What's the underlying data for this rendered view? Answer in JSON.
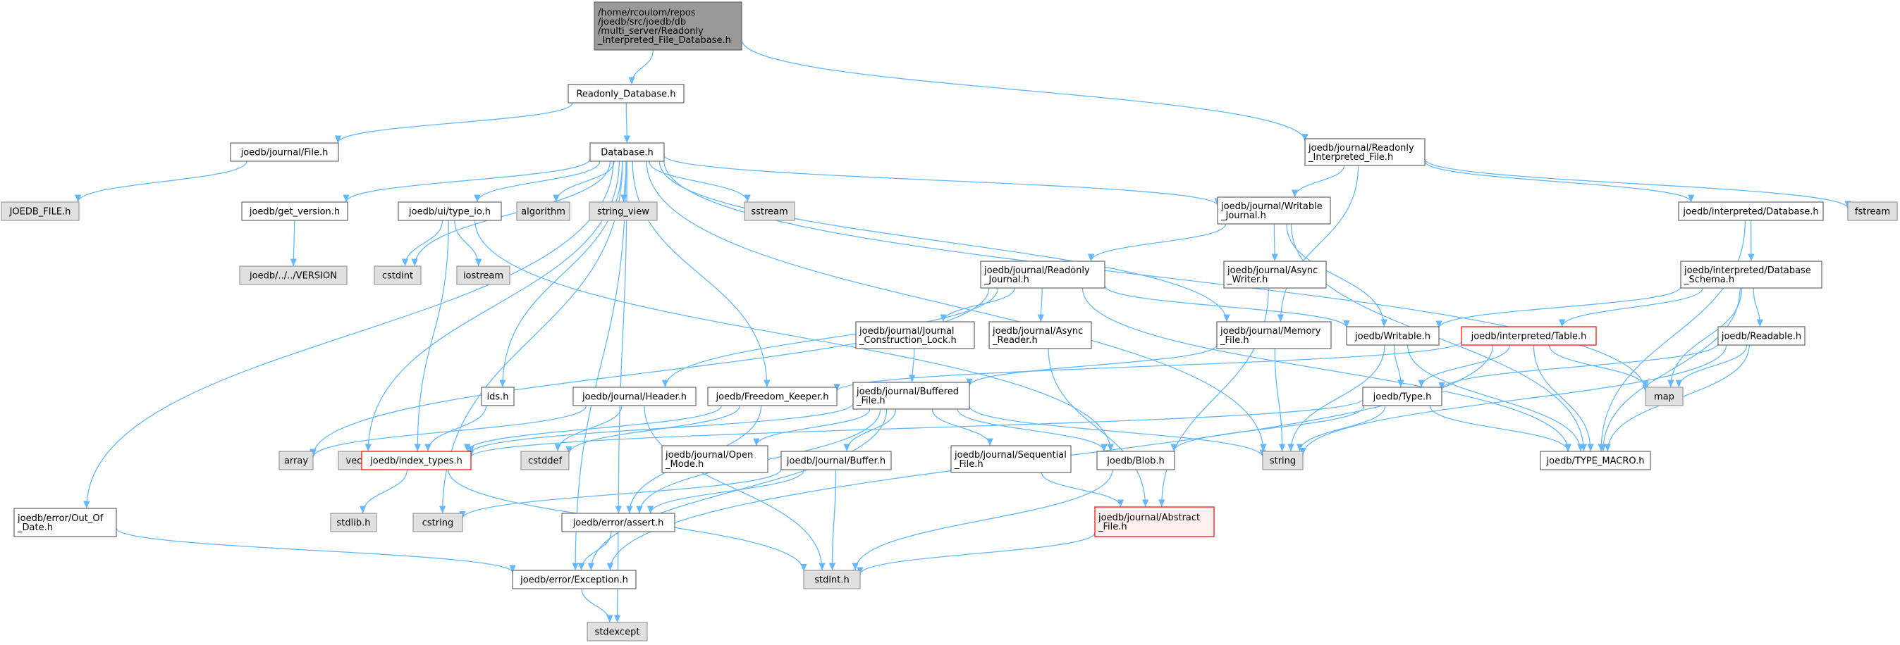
{
  "colors": {
    "edge": "#63b8ff",
    "root_fill": "#999999",
    "root_stroke": "#666666",
    "normal_fill": "#ffffff",
    "normal_stroke": "#666666",
    "system_fill": "#e0e0e0",
    "system_stroke": "#999999",
    "missing_fill": "#ffffff",
    "missing_stroke": "#ff0000",
    "abstract_fill": "#fff0f0",
    "abstract_stroke": "#ff0000"
  },
  "nodes": [
    {
      "id": "root",
      "kind": "root",
      "lines": [
        "/home/rcoulom/repos",
        "/joedb/src/joedb/db",
        "/multi_server/Readonly",
        "_Interpreted_File_Database.h"
      ]
    },
    {
      "id": "readonly_db",
      "kind": "normal",
      "lines": [
        "Readonly_Database.h"
      ]
    },
    {
      "id": "journal_file",
      "kind": "normal",
      "lines": [
        "joedb/journal/File.h"
      ]
    },
    {
      "id": "database",
      "kind": "normal",
      "lines": [
        "Database.h"
      ]
    },
    {
      "id": "ro_interp_file",
      "kind": "normal",
      "lines": [
        "joedb/journal/Readonly",
        "_Interpreted_File.h"
      ]
    },
    {
      "id": "joedb_file_macro",
      "kind": "system",
      "lines": [
        "JOEDB_FILE.h"
      ]
    },
    {
      "id": "get_version",
      "kind": "normal",
      "lines": [
        "joedb/get_version.h"
      ]
    },
    {
      "id": "type_io",
      "kind": "normal",
      "lines": [
        "joedb/ui/type_io.h"
      ]
    },
    {
      "id": "algorithm",
      "kind": "system",
      "lines": [
        "algorithm"
      ]
    },
    {
      "id": "string_view",
      "kind": "system",
      "lines": [
        "string_view"
      ]
    },
    {
      "id": "sstream",
      "kind": "system",
      "lines": [
        "sstream"
      ]
    },
    {
      "id": "writable_journal",
      "kind": "normal",
      "lines": [
        "joedb/journal/Writable",
        "_Journal.h"
      ]
    },
    {
      "id": "interp_database",
      "kind": "normal",
      "lines": [
        "joedb/interpreted/Database.h"
      ]
    },
    {
      "id": "fstream",
      "kind": "system",
      "lines": [
        "fstream"
      ]
    },
    {
      "id": "version",
      "kind": "system",
      "lines": [
        "joedb/../../VERSION"
      ]
    },
    {
      "id": "cstdint",
      "kind": "system",
      "lines": [
        "cstdint"
      ]
    },
    {
      "id": "iostream",
      "kind": "system",
      "lines": [
        "iostream"
      ]
    },
    {
      "id": "readonly_journal",
      "kind": "normal",
      "lines": [
        "joedb/journal/Readonly",
        "_Journal.h"
      ]
    },
    {
      "id": "async_writer",
      "kind": "normal",
      "lines": [
        "joedb/journal/Async",
        "_Writer.h"
      ]
    },
    {
      "id": "db_schema",
      "kind": "normal",
      "lines": [
        "joedb/interpreted/Database",
        "_Schema.h"
      ]
    },
    {
      "id": "construction_lock",
      "kind": "normal",
      "lines": [
        "joedb/journal/Journal",
        "_Construction_Lock.h"
      ]
    },
    {
      "id": "async_reader",
      "kind": "normal",
      "lines": [
        "joedb/journal/Async",
        "_Reader.h"
      ]
    },
    {
      "id": "memory_file",
      "kind": "normal",
      "lines": [
        "joedb/journal/Memory",
        "_File.h"
      ]
    },
    {
      "id": "writable",
      "kind": "normal",
      "lines": [
        "joedb/Writable.h"
      ]
    },
    {
      "id": "interp_table",
      "kind": "missing",
      "lines": [
        "joedb/interpreted/Table.h"
      ]
    },
    {
      "id": "readable",
      "kind": "normal",
      "lines": [
        "joedb/Readable.h"
      ]
    },
    {
      "id": "ids",
      "kind": "normal",
      "lines": [
        "ids.h"
      ]
    },
    {
      "id": "header",
      "kind": "normal",
      "lines": [
        "joedb/journal/Header.h"
      ]
    },
    {
      "id": "freedom_keeper",
      "kind": "normal",
      "lines": [
        "joedb/Freedom_Keeper.h"
      ]
    },
    {
      "id": "buffered_file",
      "kind": "normal",
      "lines": [
        "joedb/journal/Buffered",
        "_File.h"
      ]
    },
    {
      "id": "type",
      "kind": "normal",
      "lines": [
        "joedb/Type.h"
      ]
    },
    {
      "id": "map",
      "kind": "system",
      "lines": [
        "map"
      ]
    },
    {
      "id": "array",
      "kind": "system",
      "lines": [
        "array"
      ]
    },
    {
      "id": "vector",
      "kind": "system",
      "lines": [
        "vector"
      ]
    },
    {
      "id": "index_types",
      "kind": "missing",
      "lines": [
        "joedb/index_types.h"
      ]
    },
    {
      "id": "cstddef",
      "kind": "system",
      "lines": [
        "cstddef"
      ]
    },
    {
      "id": "open_mode",
      "kind": "normal",
      "lines": [
        "joedb/journal/Open",
        "_Mode.h"
      ]
    },
    {
      "id": "buffer",
      "kind": "normal",
      "lines": [
        "joedb/journal/Buffer.h"
      ]
    },
    {
      "id": "sequential_file",
      "kind": "normal",
      "lines": [
        "joedb/journal/Sequential",
        "_File.h"
      ]
    },
    {
      "id": "blob",
      "kind": "normal",
      "lines": [
        "joedb/Blob.h"
      ]
    },
    {
      "id": "string",
      "kind": "system",
      "lines": [
        "string"
      ]
    },
    {
      "id": "type_macro",
      "kind": "normal",
      "lines": [
        "joedb/TYPE_MACRO.h"
      ]
    },
    {
      "id": "stdlib",
      "kind": "system",
      "lines": [
        "stdlib.h"
      ]
    },
    {
      "id": "cstring",
      "kind": "system",
      "lines": [
        "cstring"
      ]
    },
    {
      "id": "assert",
      "kind": "normal",
      "lines": [
        "joedb/error/assert.h"
      ]
    },
    {
      "id": "abstract_file",
      "kind": "abstract",
      "lines": [
        "joedb/journal/Abstract",
        "_File.h"
      ]
    },
    {
      "id": "out_of_date",
      "kind": "normal",
      "lines": [
        "joedb/error/Out_Of",
        "_Date.h"
      ]
    },
    {
      "id": "exception",
      "kind": "normal",
      "lines": [
        "joedb/error/Exception.h"
      ]
    },
    {
      "id": "stdint",
      "kind": "system",
      "lines": [
        "stdint.h"
      ]
    },
    {
      "id": "stdexcept",
      "kind": "system",
      "lines": [
        "stdexcept"
      ]
    }
  ],
  "edges": [
    [
      "root",
      "readonly_db"
    ],
    [
      "root",
      "ro_interp_file"
    ],
    [
      "readonly_db",
      "journal_file"
    ],
    [
      "readonly_db",
      "database"
    ],
    [
      "journal_file",
      "joedb_file_macro"
    ],
    [
      "database",
      "get_version"
    ],
    [
      "database",
      "type_io"
    ],
    [
      "database",
      "algorithm"
    ],
    [
      "database",
      "string_view"
    ],
    [
      "database",
      "sstream"
    ],
    [
      "database",
      "writable_journal"
    ],
    [
      "database",
      "cstdint"
    ],
    [
      "database",
      "ids"
    ],
    [
      "database",
      "freedom_keeper"
    ],
    [
      "database",
      "memory_file"
    ],
    [
      "database",
      "map"
    ],
    [
      "database",
      "string"
    ],
    [
      "database",
      "vector"
    ],
    [
      "database",
      "cstring"
    ],
    [
      "database",
      "assert"
    ],
    [
      "database",
      "exception"
    ],
    [
      "database",
      "out_of_date"
    ],
    [
      "ro_interp_file",
      "writable_journal"
    ],
    [
      "ro_interp_file",
      "interp_database"
    ],
    [
      "ro_interp_file",
      "fstream"
    ],
    [
      "ro_interp_file",
      "memory_file"
    ],
    [
      "get_version",
      "version"
    ],
    [
      "type_io",
      "cstdint"
    ],
    [
      "type_io",
      "iostream"
    ],
    [
      "type_io",
      "index_types"
    ],
    [
      "type_io",
      "blob"
    ],
    [
      "writable_journal",
      "readonly_journal"
    ],
    [
      "writable_journal",
      "async_writer"
    ],
    [
      "writable_journal",
      "writable"
    ],
    [
      "writable_journal",
      "type_macro"
    ],
    [
      "interp_database",
      "db_schema"
    ],
    [
      "interp_database",
      "type_macro"
    ],
    [
      "readonly_journal",
      "construction_lock"
    ],
    [
      "readonly_journal",
      "async_reader"
    ],
    [
      "readonly_journal",
      "header"
    ],
    [
      "readonly_journal",
      "array"
    ],
    [
      "readonly_journal",
      "writable"
    ],
    [
      "readonly_journal",
      "type_macro"
    ],
    [
      "async_writer",
      "abstract_file"
    ],
    [
      "db_schema",
      "interp_table"
    ],
    [
      "db_schema",
      "readable"
    ],
    [
      "db_schema",
      "writable"
    ],
    [
      "db_schema",
      "map"
    ],
    [
      "db_schema",
      "type_macro"
    ],
    [
      "construction_lock",
      "buffered_file"
    ],
    [
      "async_reader",
      "abstract_file"
    ],
    [
      "memory_file",
      "buffered_file"
    ],
    [
      "memory_file",
      "string"
    ],
    [
      "writable",
      "type"
    ],
    [
      "writable",
      "string"
    ],
    [
      "writable",
      "type_macro"
    ],
    [
      "interp_table",
      "freedom_keeper"
    ],
    [
      "interp_table",
      "type"
    ],
    [
      "interp_table",
      "map"
    ],
    [
      "interp_table",
      "type_macro"
    ],
    [
      "interp_table",
      "exception"
    ],
    [
      "readable",
      "type"
    ],
    [
      "readable",
      "map"
    ],
    [
      "readable",
      "type_macro"
    ],
    [
      "readable",
      "string"
    ],
    [
      "ids",
      "index_types"
    ],
    [
      "header",
      "array"
    ],
    [
      "header",
      "cstddef"
    ],
    [
      "header",
      "stdint"
    ],
    [
      "freedom_keeper",
      "index_types"
    ],
    [
      "freedom_keeper",
      "assert"
    ],
    [
      "freedom_keeper",
      "cstddef"
    ],
    [
      "buffered_file",
      "open_mode"
    ],
    [
      "buffered_file",
      "buffer"
    ],
    [
      "buffered_file",
      "sequential_file"
    ],
    [
      "buffered_file",
      "blob"
    ],
    [
      "buffered_file",
      "string"
    ],
    [
      "buffered_file",
      "index_types"
    ],
    [
      "buffered_file",
      "exception"
    ],
    [
      "buffered_file",
      "assert"
    ],
    [
      "type",
      "index_types"
    ],
    [
      "type",
      "type_macro"
    ],
    [
      "type",
      "blob"
    ],
    [
      "type",
      "string"
    ],
    [
      "index_types",
      "stdlib"
    ],
    [
      "index_types",
      "stdint"
    ],
    [
      "buffer",
      "assert"
    ],
    [
      "buffer",
      "stdint"
    ],
    [
      "buffer",
      "cstring"
    ],
    [
      "sequential_file",
      "abstract_file"
    ],
    [
      "blob",
      "stdint"
    ],
    [
      "abstract_file",
      "stdint"
    ],
    [
      "assert",
      "exception"
    ],
    [
      "assert",
      "stdexcept"
    ],
    [
      "out_of_date",
      "exception"
    ],
    [
      "exception",
      "stdexcept"
    ]
  ]
}
